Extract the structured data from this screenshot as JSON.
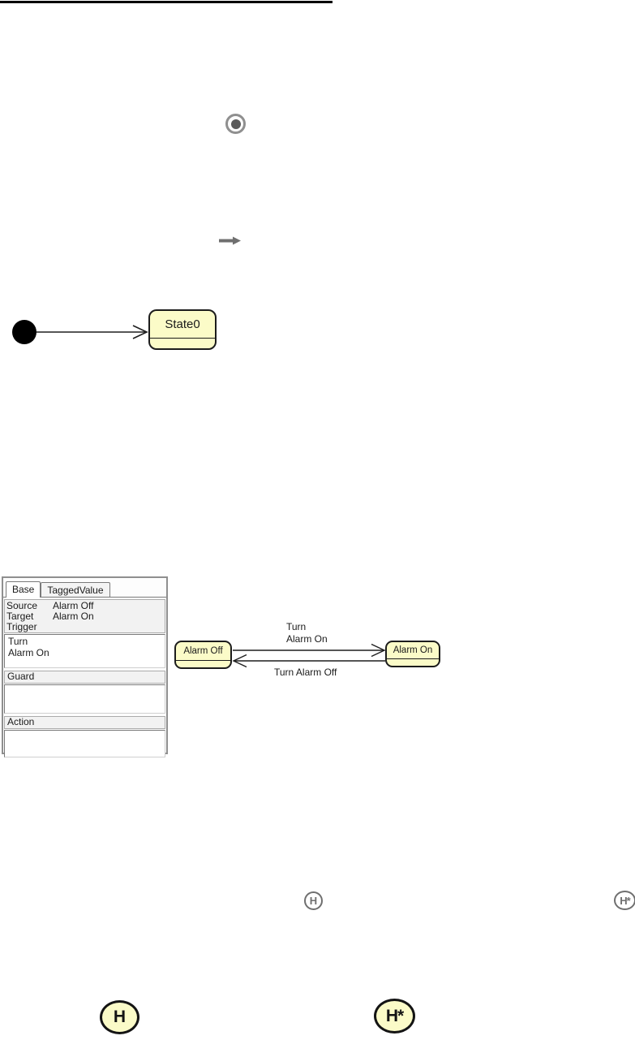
{
  "diagram_initial": {
    "state0_label": "State0"
  },
  "properties_panel": {
    "tabs": {
      "base": "Base",
      "tagged_value": "TaggedValue"
    },
    "source_label": "Source",
    "source_value": "Alarm Off",
    "target_label": "Target",
    "target_value": "Alarm On",
    "trigger_label": "Trigger",
    "trigger_value": "Turn\nAlarm On",
    "guard_label": "Guard",
    "guard_value": "",
    "action_label": "Action",
    "action_value": ""
  },
  "diagram_alarm": {
    "state_off": "Alarm Off",
    "state_on": "Alarm On",
    "transition_on_label": "Turn\nAlarm On",
    "transition_off_label": "Turn Alarm Off"
  },
  "history_icons": {
    "shallow_small": "H",
    "deep_small": "H*",
    "shallow_large": "H",
    "deep_large": "H*"
  },
  "colors": {
    "state_fill": "#fbfbc8",
    "state_border": "#1c1c1c",
    "icon_gray": "#6f6f6f",
    "rule_black": "#000000"
  }
}
